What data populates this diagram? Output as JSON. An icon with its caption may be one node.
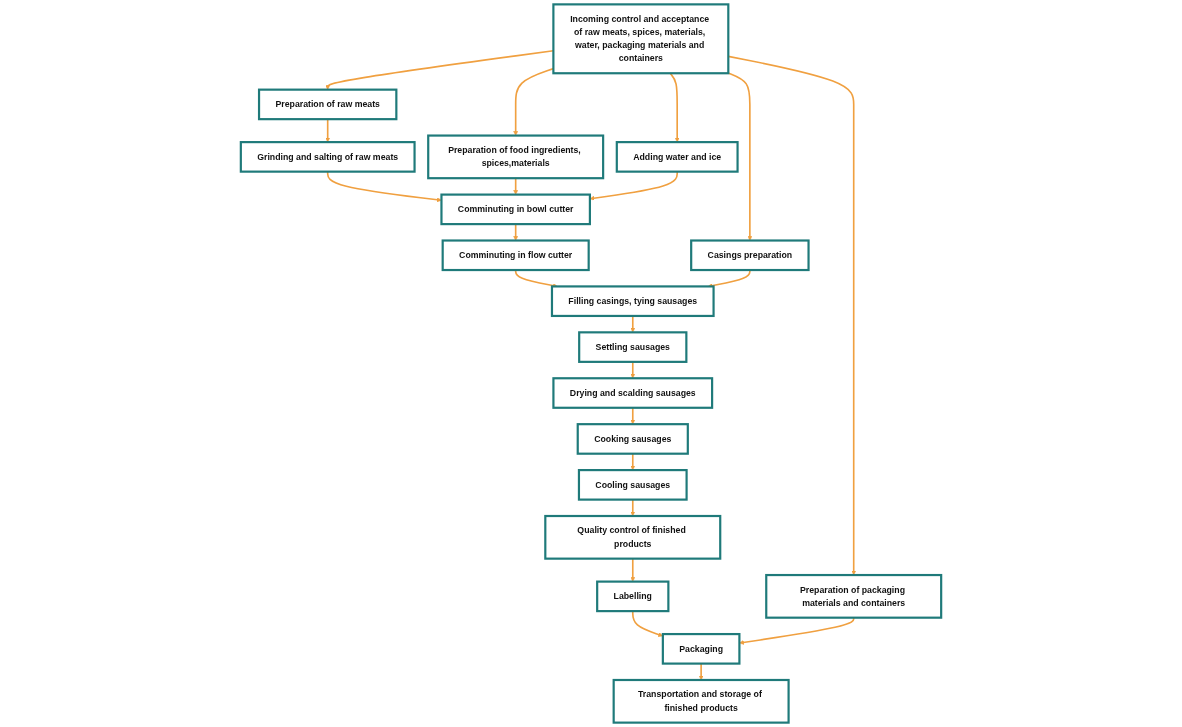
{
  "diagram": {
    "nodes": [
      {
        "text": [
          "Incoming control and acceptance of raw meats, spices, materials, water, packaging materials and containers"
        ]
      },
      {
        "text": [
          "Preparation of packaging materials and containers"
        ]
      },
      {
        "text": [
          "Preparation of raw meats"
        ]
      },
      {
        "text": [
          "Grinding and salting of raw meats"
        ]
      },
      {
        "text": [
          "Casings preparation"
        ]
      },
      {
        "text": [
          "Preparation of food ingredients, spices,materials"
        ]
      },
      {
        "text": [
          "Adding water and ice"
        ]
      },
      {
        "text": [
          "Comminuting in flow cutter"
        ]
      },
      {
        "text": [
          "Comminuting in bowl cutter"
        ]
      },
      {
        "text": [
          "Filling casings, tying sausages"
        ]
      },
      {
        "text": [
          "Settling sausages"
        ]
      },
      {
        "text": [
          "Drying and scalding sausages"
        ]
      },
      {
        "text": [
          "Cooking sausages"
        ]
      },
      {
        "text": [
          "Cooling sausages"
        ]
      },
      {
        "text": [
          "Quality control of finished products"
        ]
      },
      {
        "text": [
          "Labelling"
        ]
      },
      {
        "text": [
          "Packaging"
        ]
      },
      {
        "text": [
          "Transportation and storage of finished products"
        ]
      }
    ],
    "edges": [
      {
        "from": 0,
        "to": 1,
        "arrow": "to"
      },
      {
        "from": 0,
        "to": 2,
        "arrow": "to"
      },
      {
        "from": 0,
        "to": 5,
        "arrow": "to"
      },
      {
        "from": 0,
        "to": 6,
        "arrow": "to"
      },
      {
        "from": 0,
        "to": 4,
        "arrow": "to"
      },
      {
        "from": 2,
        "to": 3,
        "arrow": "to"
      },
      {
        "from": 3,
        "to": 8,
        "arrow": "to"
      },
      {
        "from": 5,
        "to": 8,
        "arrow": "to"
      },
      {
        "from": 6,
        "to": 8,
        "arrow": "to"
      },
      {
        "from": 8,
        "to": 7,
        "arrow": "to"
      },
      {
        "from": 7,
        "to": 9,
        "arrow": "to"
      },
      {
        "from": 4,
        "to": 9,
        "arrow": "to"
      },
      {
        "from": 9,
        "to": 10,
        "arrow": "to"
      },
      {
        "from": 10,
        "to": 11,
        "arrow": "to"
      },
      {
        "from": 11,
        "to": 12,
        "arrow": "to"
      },
      {
        "from": 12,
        "to": 13,
        "arrow": "to"
      },
      {
        "from": 13,
        "to": 14,
        "arrow": "to"
      },
      {
        "from": 14,
        "to": 15,
        "arrow": "to"
      },
      {
        "from": 15,
        "to": 16,
        "arrow": "to"
      },
      {
        "from": 1,
        "to": 16,
        "arrow": "to"
      },
      {
        "from": 16,
        "to": 17,
        "arrow": "to"
      }
    ]
  }
}
